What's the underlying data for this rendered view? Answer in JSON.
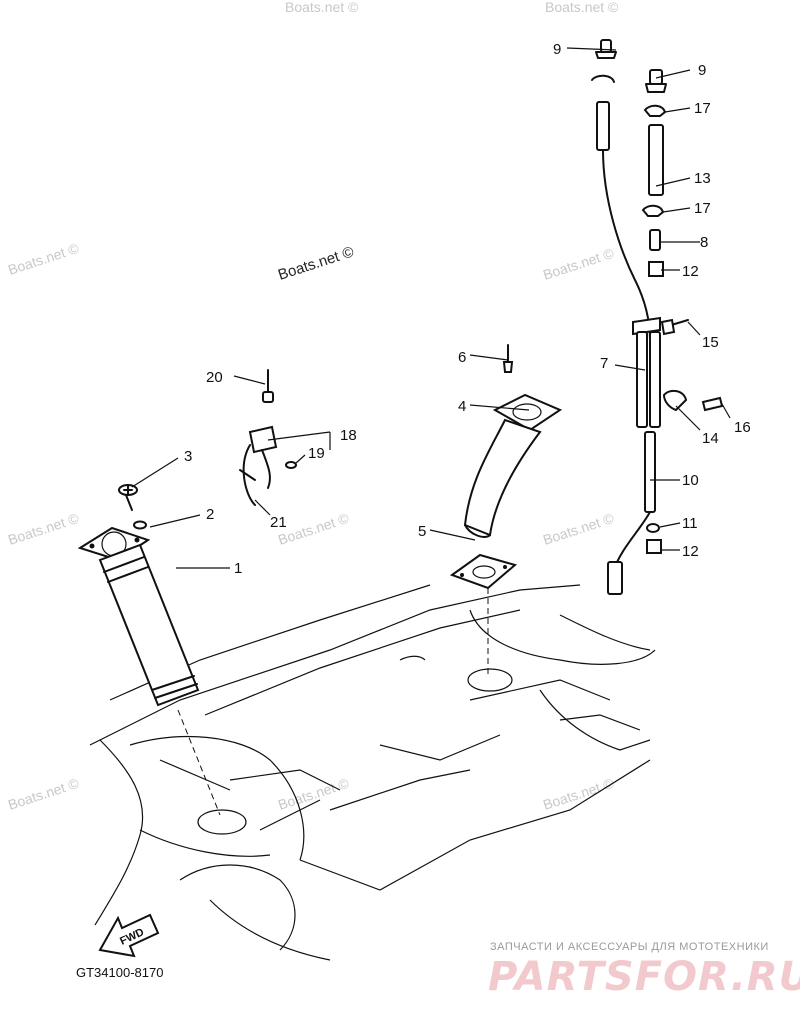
{
  "watermarks": {
    "text": "Boats.net ©",
    "highlight_text": "Boats.net ©"
  },
  "callouts": {
    "p1": "1",
    "p2": "2",
    "p3": "3",
    "p4": "4",
    "p5": "5",
    "p6": "6",
    "p7": "7",
    "p8": "8",
    "p9a": "9",
    "p9b": "9",
    "p10": "10",
    "p11": "11",
    "p12a": "12",
    "p12b": "12",
    "p13": "13",
    "p14": "14",
    "p15": "15",
    "p16": "16",
    "p17a": "17",
    "p17b": "17",
    "p18": "18",
    "p19": "19",
    "p20": "20",
    "p21": "21"
  },
  "fwd_label": "FWD",
  "diagram_code": "GT34100-8170",
  "brand": {
    "tagline": "ЗАПЧАСТИ И АКСЕССУАРЫ ДЛЯ МОТОТЕХНИКИ",
    "logo": "PARTSFOR.RU",
    "logo_color": "#f2c9cc"
  }
}
